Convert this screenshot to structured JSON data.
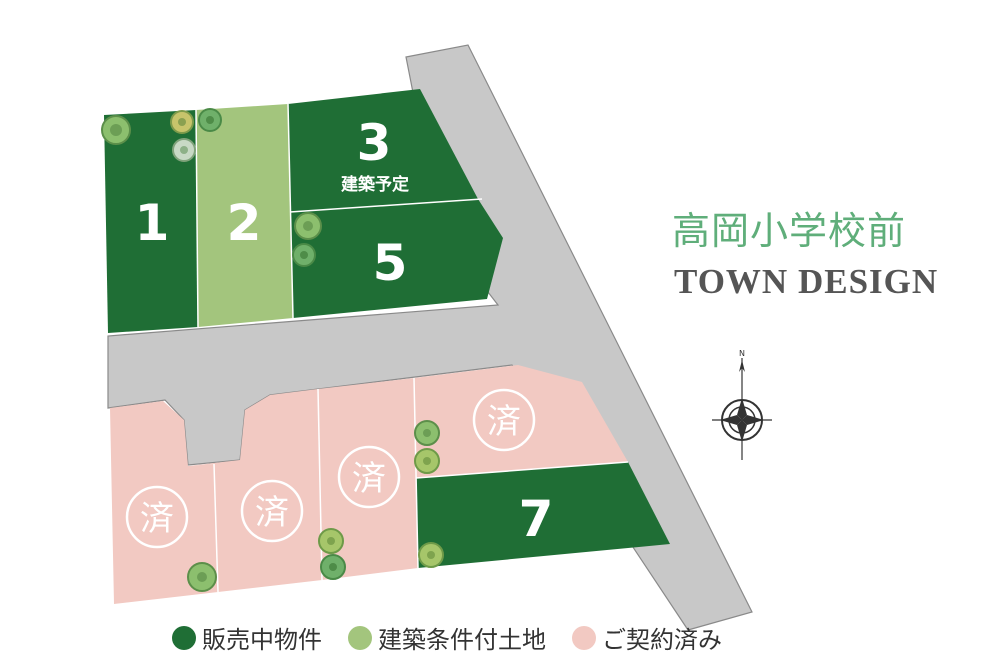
{
  "title": "高岡小学校前",
  "subtitle": "TOWN DESIGN",
  "compass": {
    "north_label": "N"
  },
  "colors": {
    "for_sale": "#1f6e35",
    "conditional": "#a3c57d",
    "contracted": "#f2c9c2",
    "road": "#c8c8c8"
  },
  "lots": [
    {
      "id": "lot-1",
      "label": "1",
      "status": "for_sale"
    },
    {
      "id": "lot-2",
      "label": "2",
      "status": "conditional"
    },
    {
      "id": "lot-3",
      "label": "3",
      "note": "建築予定",
      "status": "for_sale"
    },
    {
      "id": "lot-5",
      "label": "5",
      "status": "for_sale"
    },
    {
      "id": "lot-7",
      "label": "7",
      "status": "for_sale"
    },
    {
      "id": "lot-sold-a",
      "label": "済",
      "status": "contracted"
    },
    {
      "id": "lot-sold-b",
      "label": "済",
      "status": "contracted"
    },
    {
      "id": "lot-sold-c",
      "label": "済",
      "status": "contracted"
    },
    {
      "id": "lot-sold-d",
      "label": "済",
      "status": "contracted"
    }
  ],
  "legend": [
    {
      "label": "販売中物件",
      "color": "#1f6e35"
    },
    {
      "label": "建築条件付土地",
      "color": "#a3c57d"
    },
    {
      "label": "ご契約済み",
      "color": "#f2c9c2"
    }
  ]
}
